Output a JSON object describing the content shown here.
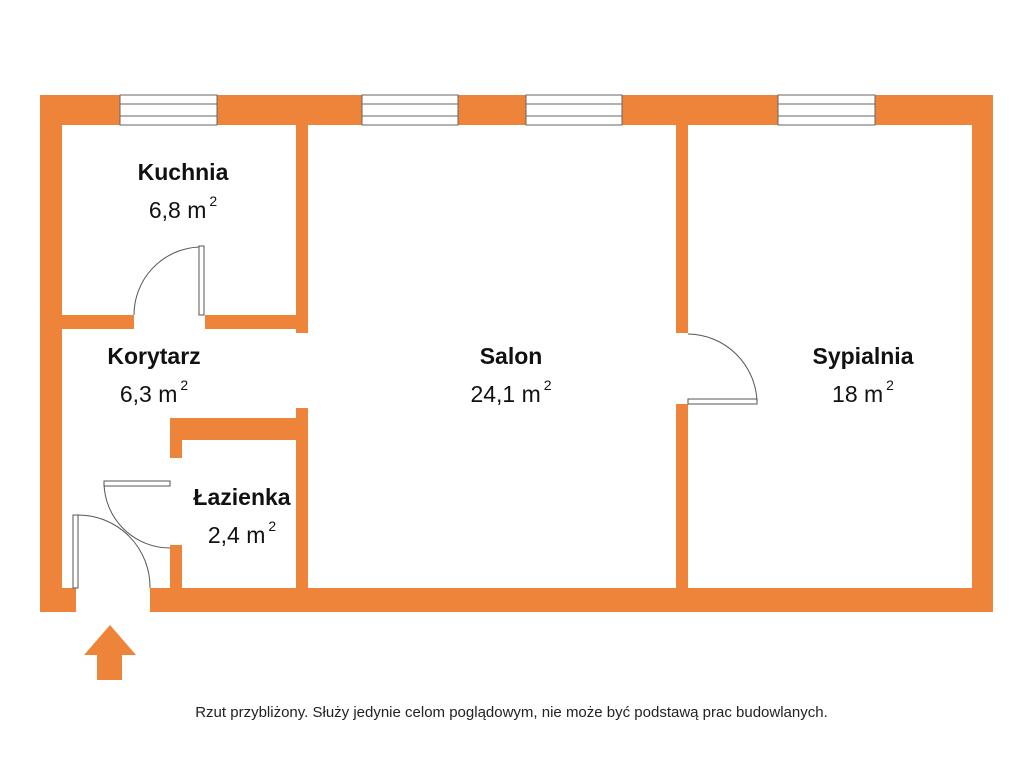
{
  "colors": {
    "wall": "#ee833a",
    "door_line": "#555555",
    "window_line": "#666666",
    "background": "#ffffff"
  },
  "rooms": [
    {
      "id": "kuchnia",
      "name": "Kuchnia",
      "area": "6,8 m",
      "unit_power": "2"
    },
    {
      "id": "korytarz",
      "name": "Korytarz",
      "area": "6,3 m",
      "unit_power": "2"
    },
    {
      "id": "salon",
      "name": "Salon",
      "area": "24,1 m",
      "unit_power": "2"
    },
    {
      "id": "sypialnia",
      "name": "Sypialnia",
      "area": "18 m",
      "unit_power": "2"
    },
    {
      "id": "lazienka",
      "name": "Łazienka",
      "area": "2,4 m",
      "unit_power": "2"
    }
  ],
  "entrance_icon": "arrow-up-icon",
  "disclaimer": "Rzut przybliżony. Służy jedynie celom poglądowym, nie może być podstawą prac budowlanych."
}
